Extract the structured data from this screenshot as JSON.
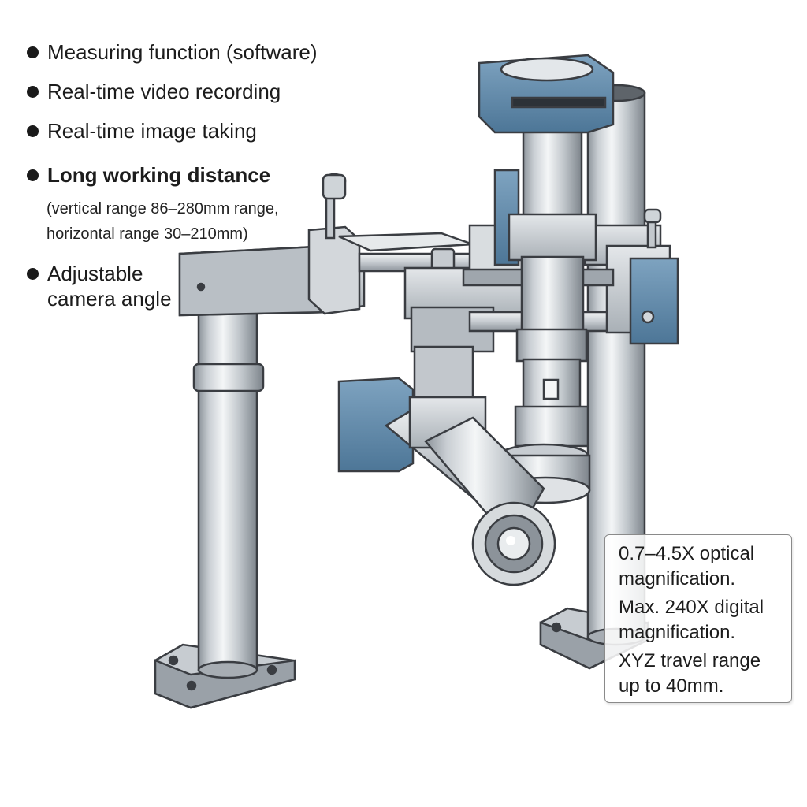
{
  "features": [
    {
      "text": "Measuring function (software)",
      "bold": false
    },
    {
      "text": "Real-time video recording",
      "bold": false
    },
    {
      "text": "Real-time image taking",
      "bold": false
    },
    {
      "text": "Long working distance",
      "bold": true,
      "note_lines": [
        "(vertical range 86–280mm range,",
        "horizontal range 30–210mm)"
      ]
    },
    {
      "lines": [
        "Adjustable",
        "camera angle"
      ],
      "bold": false
    }
  ],
  "spec_box": {
    "items": [
      {
        "lines": [
          "0.7–4.5X optical",
          "magnification."
        ]
      },
      {
        "lines": [
          "Max. 240X digital",
          "magnification."
        ]
      },
      {
        "lines": [
          "XYZ travel range",
          "up to 40mm."
        ]
      }
    ]
  },
  "colors": {
    "camera_blue": "#5b84a6",
    "steel_light": "#e8ebee",
    "steel_dark": "#8d949b",
    "outline": "#3a3d42",
    "bullet": "#1a1a1a"
  },
  "icons": [
    "bullet-dot"
  ]
}
